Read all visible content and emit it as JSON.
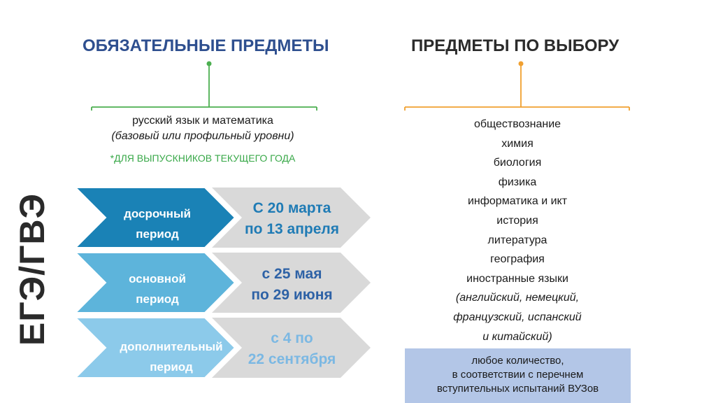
{
  "mandatory": {
    "heading": "ОБЯЗАТЕЛЬНЫЕ ПРЕДМЕТЫ",
    "line1": "русский язык и математика",
    "line2": "(базовый или профильный уровни)",
    "note": "*ДЛЯ ВЫПУСКНИКОВ ТЕКУЩЕГО ГОДА",
    "accent_color": "#4caf50"
  },
  "elective": {
    "heading": "ПРЕДМЕТЫ ПО ВЫБОРУ",
    "accent_color": "#f0a030",
    "subjects": [
      "обществознание",
      "химия",
      "биология",
      "физика",
      "информатика и икт",
      "история",
      "литература",
      "география",
      "иностранные языки",
      "(английский, немецкий,",
      "французский, испанский",
      "и китайский)"
    ],
    "note": [
      "любое количество,",
      "в соответствии с перечнем",
      "вступительных испытаний ВУЗов"
    ]
  },
  "vertical_title": "ЕГЭ/ГВЭ",
  "periods": [
    {
      "label": [
        "досрочный",
        "период"
      ],
      "dates": [
        "С 20 марта",
        "по 13 апреля"
      ],
      "chevron_color": "#1a82b6",
      "date_color": "#1f7bb5"
    },
    {
      "label": [
        "основной",
        "период"
      ],
      "dates": [
        "с 25 мая",
        "по 29 июня"
      ],
      "chevron_color": "#5db4db",
      "date_color": "#2e62a6"
    },
    {
      "label": [
        "дополнительный",
        "период"
      ],
      "dates": [
        "с 4 по",
        "22 сентября"
      ],
      "chevron_color": "#8ccaea",
      "date_color": "#7bb8e3"
    }
  ]
}
